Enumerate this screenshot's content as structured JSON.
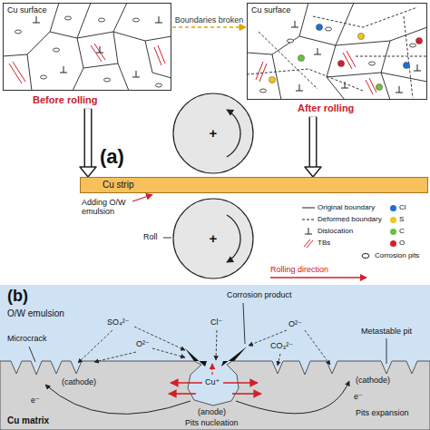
{
  "diagram": {
    "nodes": [
      {
        "text": [
          "Cu surface",
          "Before rolling"
        ]
      },
      {
        "text": [
          "Cu surface",
          "After rolling"
        ]
      },
      {
        "text": [
          "+"
        ]
      },
      {
        "text": [
          "+"
        ]
      },
      {
        "text": [
          "Cu strip"
        ]
      },
      {
        "text": [
          "O/W emulsion"
        ]
      },
      {
        "text": [
          "Cu matrix"
        ]
      }
    ],
    "edges": [
      {
        "from": 0,
        "to": 1,
        "label": "Boundaries broken",
        "arrow": "to"
      },
      {
        "from": 0,
        "to": 4,
        "arrow": "to"
      },
      {
        "from": 1,
        "to": 4,
        "arrow": "to"
      }
    ],
    "labels": [
      "(a)",
      "Adding O/W emulsion",
      "Roll",
      "Rolling direction",
      "(b)",
      "Corrosion product",
      "Cl⁻",
      "Microcrack",
      "SO₄²⁻",
      "O²⁻",
      "O²⁻",
      "CO₃²⁻",
      "Metastable pit",
      "Cu⁺",
      "(cathode)",
      "(cathode)",
      "(anode)",
      "e⁻",
      "e⁻",
      "Pits expansion",
      "Pits nucleation"
    ],
    "legend": [
      {
        "text": "Original boundary"
      },
      {
        "text": "Deformed boundary"
      },
      {
        "text": "Dislocation"
      },
      {
        "text": "TBs"
      },
      {
        "text": "Cl",
        "color": "#1f6fd1"
      },
      {
        "text": "S",
        "color": "#f2c31a"
      },
      {
        "text": "C",
        "color": "#6cbf3f"
      },
      {
        "text": "O",
        "color": "#d21f2b"
      },
      {
        "text": "Corrosion pits"
      }
    ]
  }
}
